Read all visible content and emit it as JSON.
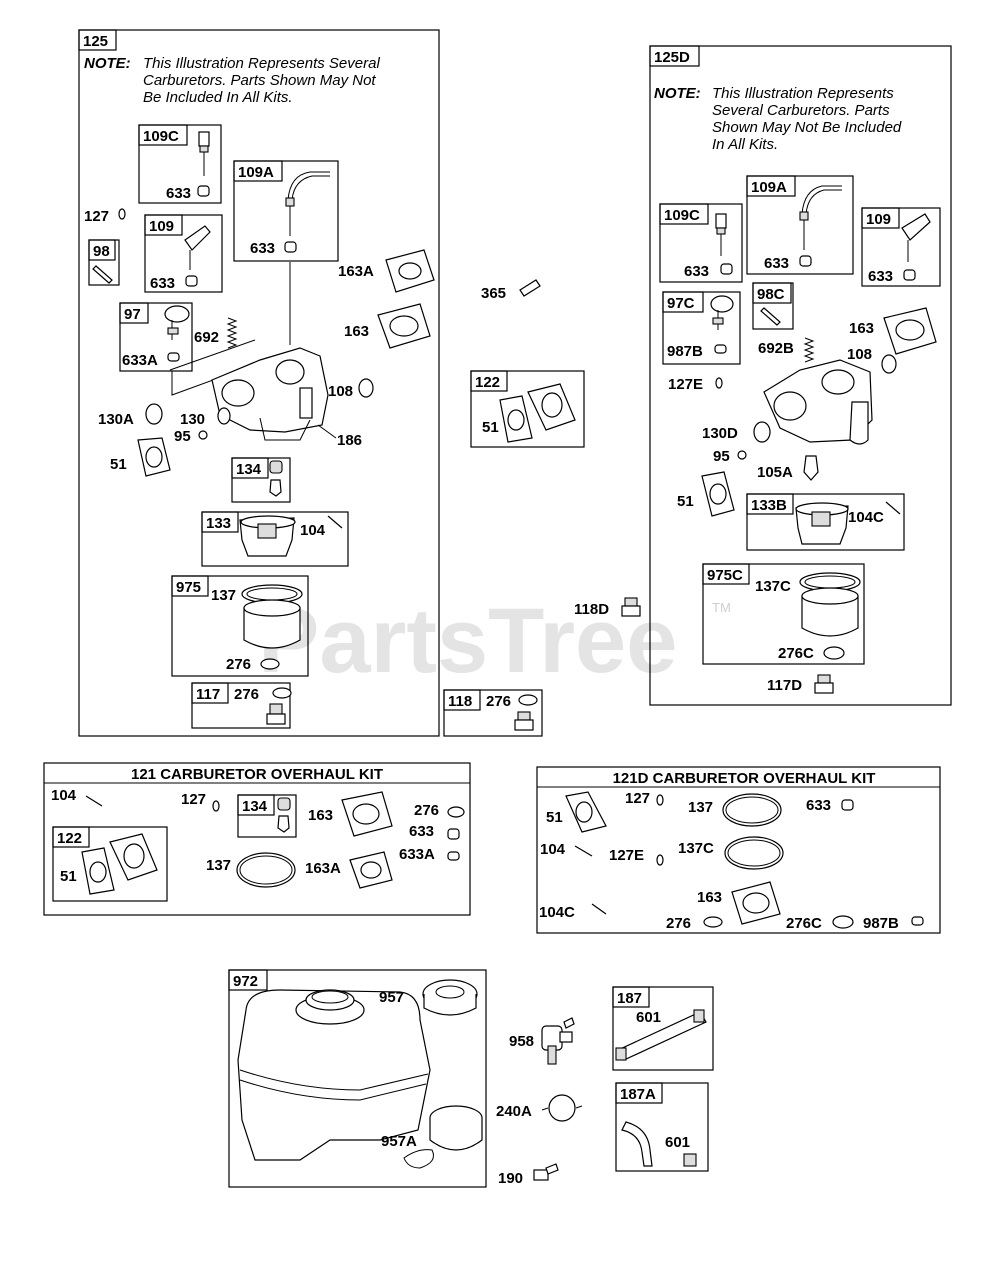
{
  "watermark": {
    "text": "PartsTree",
    "tm": "TM"
  },
  "assemblies": {
    "a125": {
      "tag": "125",
      "note_bold": "NOTE:",
      "note_lines": [
        "This Illustration Represents Several",
        "Carburetors. Parts Shown May Not",
        "Be Included In All Kits."
      ]
    },
    "a125d": {
      "tag": "125D",
      "note_bold": "NOTE:",
      "note_lines": [
        "This Illustration Represents",
        "Several Carburetors. Parts",
        "Shown May Not Be Included",
        "In All Kits."
      ]
    }
  },
  "boxes": {
    "b109c": "109C",
    "b109a": "109A",
    "b109": "109",
    "b98": "98",
    "b97": "97",
    "b134": "134",
    "b133": "133",
    "b975": "975",
    "b117": "117",
    "b122": "122",
    "b118": "118",
    "d109c": "109C",
    "d109a": "109A",
    "d109": "109",
    "d97c": "97C",
    "d98c": "98C",
    "d133b": "133B",
    "d975c": "975C",
    "k134": "134",
    "k122": "122",
    "t972": "972",
    "t187": "187",
    "t187a": "187A"
  },
  "kits": {
    "k121": {
      "title": "121 CARBURETOR OVERHAUL KIT"
    },
    "k121d": {
      "title": "121D CARBURETOR OVERHAUL KIT"
    }
  },
  "labels": {
    "l633_109c": "633",
    "l127": "127",
    "l633_109": "633",
    "l633_109a": "633",
    "l163a": "163A",
    "l163": "163",
    "l692": "692",
    "l633a": "633A",
    "l108": "108",
    "l130a": "130A",
    "l130": "130",
    "l95": "95",
    "l51": "51",
    "l186": "186",
    "l104": "104",
    "l137": "137",
    "l276_975": "276",
    "l276_117": "276",
    "l365": "365",
    "l51_122": "51",
    "l276_118": "276",
    "l118d": "118D",
    "d633_109c": "633",
    "d633_109a": "633",
    "d633_109": "633",
    "d987b": "987B",
    "d692b": "692B",
    "d163": "163",
    "d108": "108",
    "d127e": "127E",
    "d130d": "130D",
    "d95": "95",
    "d105a": "105A",
    "d51": "51",
    "d104c": "104C",
    "d137c": "137C",
    "d276c": "276C",
    "d117d": "117D",
    "k104": "104",
    "k127": "127",
    "k163": "163",
    "k276": "276",
    "k633": "633",
    "k633a": "633A",
    "k137": "137",
    "k163a": "163A",
    "k51": "51",
    "kd51": "51",
    "kd127": "127",
    "kd137": "137",
    "kd633": "633",
    "kd104": "104",
    "kd127e": "127E",
    "kd137c": "137C",
    "kd163": "163",
    "kd104c": "104C",
    "kd276": "276",
    "kd276c": "276C",
    "kd987b": "987B",
    "t957": "957",
    "t958": "958",
    "t957a": "957A",
    "t240a": "240A",
    "t190": "190",
    "t601": "601",
    "t601a": "601"
  }
}
